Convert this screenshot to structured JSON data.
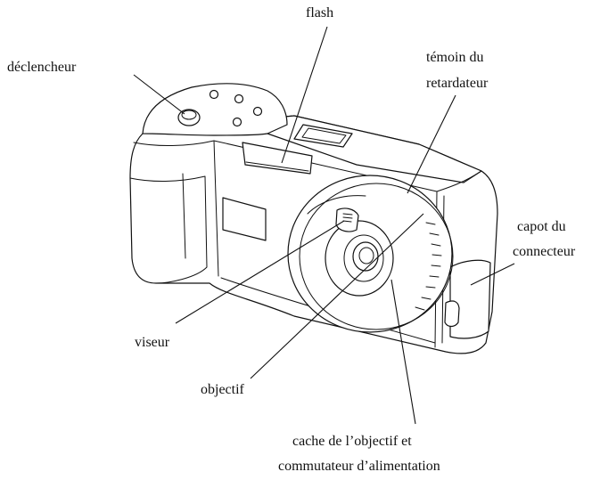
{
  "labels": {
    "flash": "flash",
    "shutter": "déclencheur",
    "timer_line1": "témoin du",
    "timer_line2": "retardateur",
    "connector_line1": "capot du",
    "connector_line2": "connecteur",
    "viewfinder": "viseur",
    "lens": "objectif",
    "cover_line1": "cache de l’objectif et",
    "cover_line2": "commutateur d’alimentation"
  },
  "colors": {
    "ink": "#111111",
    "paper": "#ffffff"
  }
}
